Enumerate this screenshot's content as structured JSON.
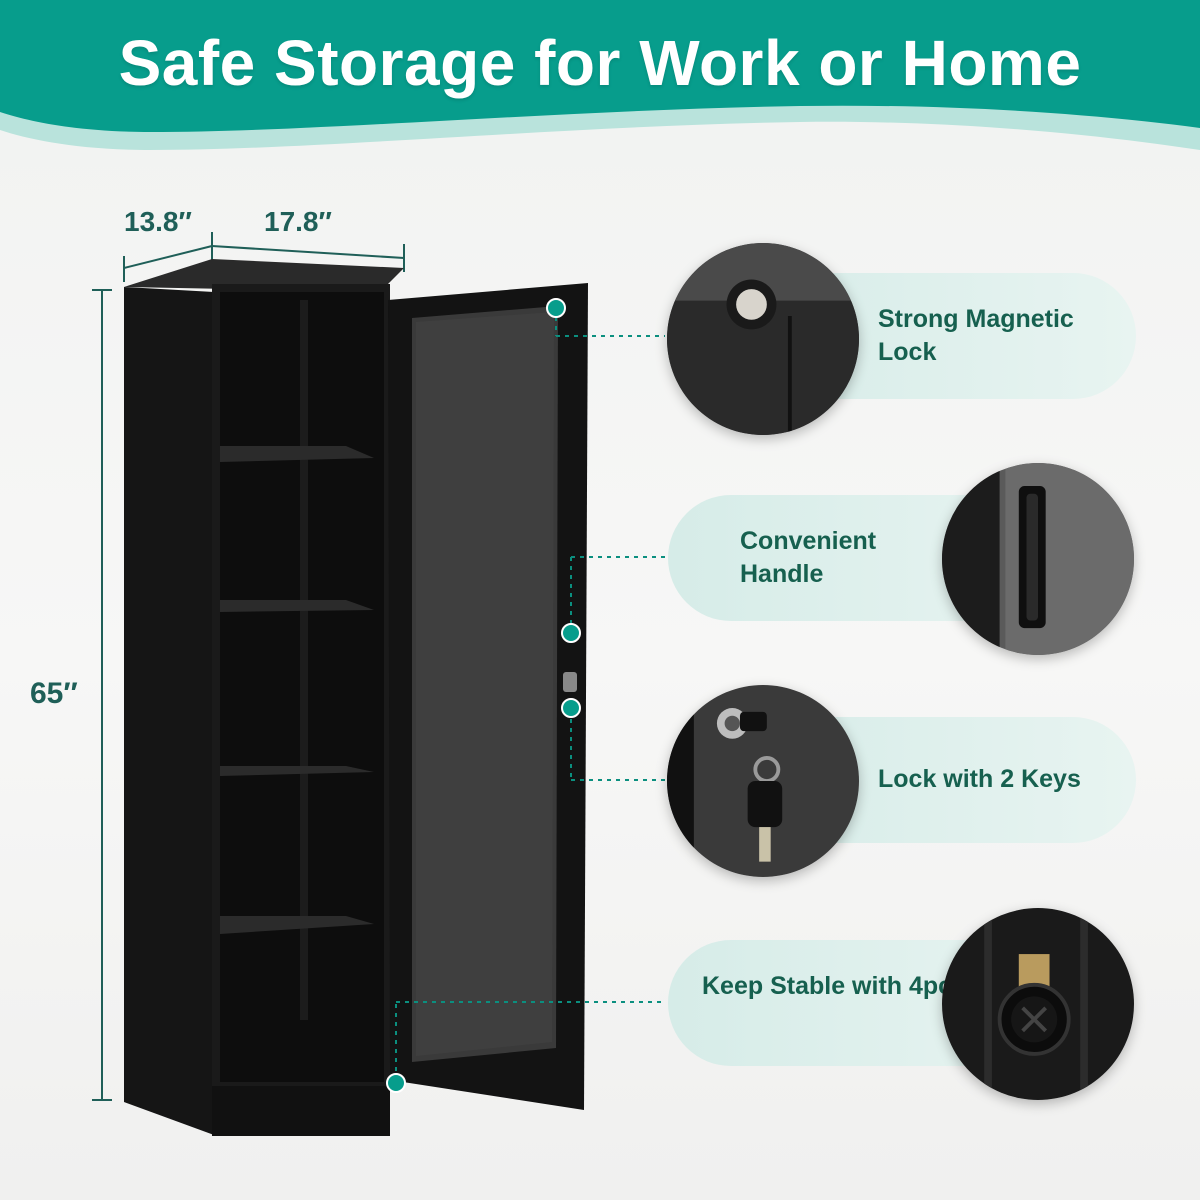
{
  "title": "Safe Storage for Work or Home",
  "dimensions": {
    "depth": "13.8″",
    "width": "17.8″",
    "height": "65″"
  },
  "features": [
    {
      "label": "Strong Magnetic Lock",
      "icon": "magnetic-lock-closeup"
    },
    {
      "label": "Convenient Handle",
      "icon": "handle-closeup"
    },
    {
      "label": "Lock with 2 Keys",
      "icon": "key-lock-closeup"
    },
    {
      "label": "Keep Stable with 4pc  Levelers",
      "icon": "leveler-closeup"
    }
  ],
  "colors": {
    "accent": "#079d8c",
    "text": "#1f5f58",
    "pill": "#dcefeb",
    "cabinet": "#141414"
  }
}
